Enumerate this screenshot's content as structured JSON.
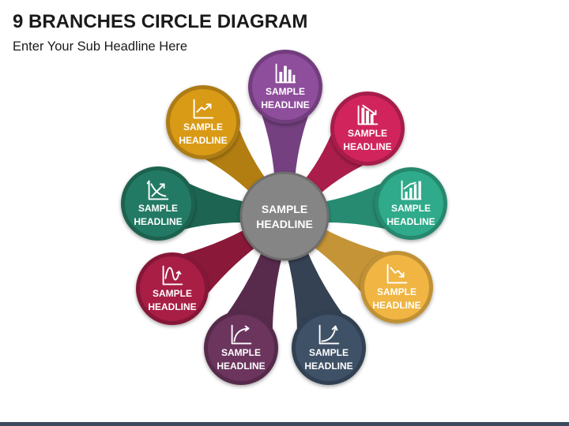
{
  "header": {
    "title": "9 BRANCHES CIRCLE DIAGRAM",
    "subtitle": "Enter Your Sub Headline Here"
  },
  "center": {
    "line1": "SAMPLE",
    "line2": "HEADLINE",
    "color": "#858585"
  },
  "nodes": [
    {
      "line1": "SAMPLE",
      "line2": "HEADLINE",
      "color": "#8e4e9c",
      "icon": "bar-chart-icon"
    },
    {
      "line1": "SAMPLE",
      "line2": "HEADLINE",
      "color": "#d1245c",
      "icon": "bar-chart-decline-icon"
    },
    {
      "line1": "SAMPLE",
      "line2": "HEADLINE",
      "color": "#2faa8a",
      "icon": "bar-chart-growth-icon"
    },
    {
      "line1": "SAMPLE",
      "line2": "HEADLINE",
      "color": "#f0b542",
      "icon": "line-chart-decline-icon"
    },
    {
      "line1": "SAMPLE",
      "line2": "HEADLINE",
      "color": "#3f5166",
      "icon": "exponential-curve-icon"
    },
    {
      "line1": "SAMPLE",
      "line2": "HEADLINE",
      "color": "#6b355e",
      "icon": "log-curve-icon"
    },
    {
      "line1": "SAMPLE",
      "line2": "HEADLINE",
      "color": "#a81e45",
      "icon": "wave-curve-icon"
    },
    {
      "line1": "SAMPLE",
      "line2": "HEADLINE",
      "color": "#237a64",
      "icon": "supply-demand-icon"
    },
    {
      "line1": "SAMPLE",
      "line2": "HEADLINE",
      "color": "#d99a16",
      "icon": "line-chart-growth-icon"
    }
  ]
}
